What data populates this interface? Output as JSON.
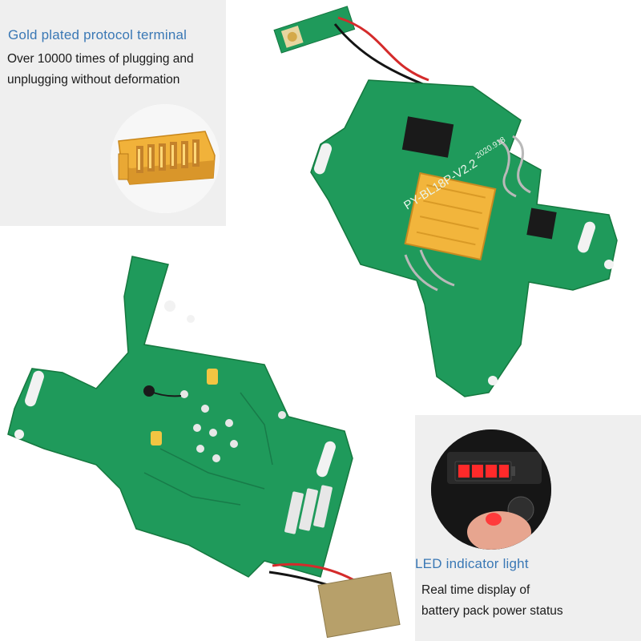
{
  "features": {
    "terminal": {
      "title": "Gold plated protocol terminal",
      "lines": [
        "Over 10000 times of plugging and",
        "unplugging without deformation"
      ]
    },
    "led": {
      "title": "LED indicator light",
      "lines": [
        "Real time display of",
        "battery pack power status"
      ]
    }
  },
  "board_top": {
    "labels": [
      "PY-BL18P-V2.2",
      "2020.918"
    ]
  },
  "colors": {
    "pcb_green": "#1f9a5b",
    "heading_blue": "#3a78b5",
    "connector_yellow": "#f2b53c",
    "led_red": "#ff2a2a"
  }
}
